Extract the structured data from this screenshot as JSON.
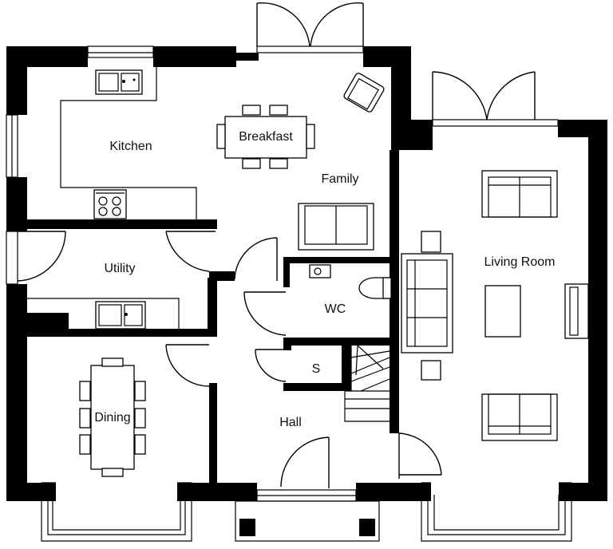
{
  "rooms": {
    "kitchen": "Kitchen",
    "breakfast": "Breakfast",
    "family": "Family",
    "utility": "Utility",
    "living": "Living Room",
    "wc": "WC",
    "store": "S",
    "dining": "Dining",
    "hall": "Hall"
  }
}
